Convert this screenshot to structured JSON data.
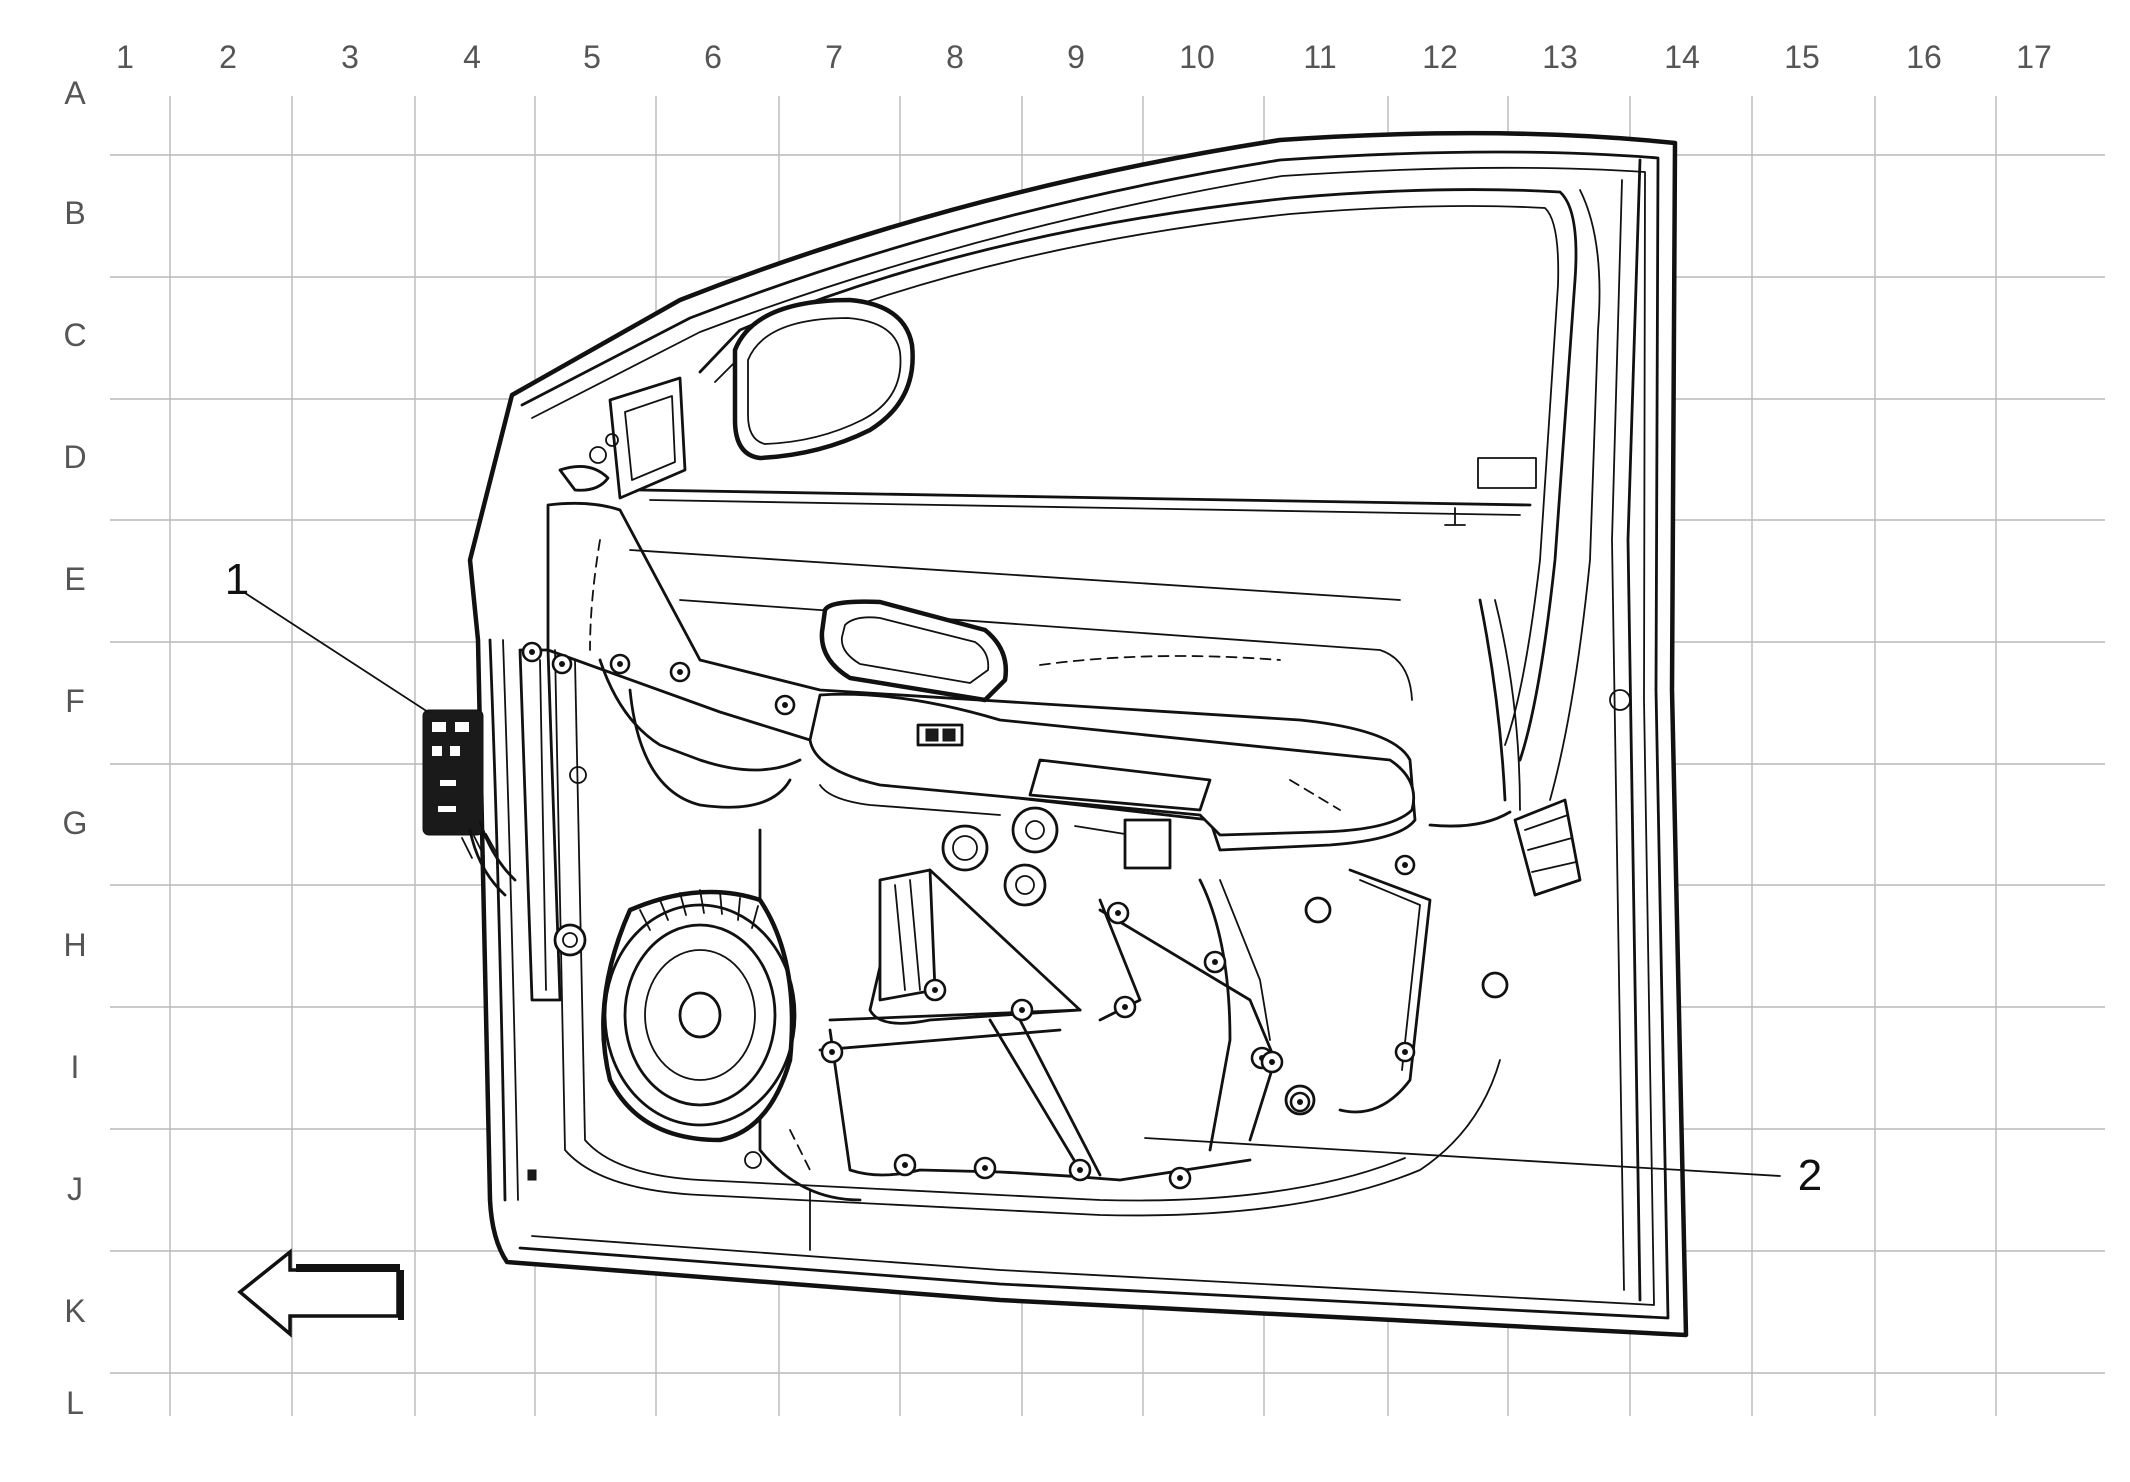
{
  "grid": {
    "columns": [
      "1",
      "2",
      "3",
      "4",
      "5",
      "6",
      "7",
      "8",
      "9",
      "10",
      "11",
      "12",
      "13",
      "14",
      "15",
      "16",
      "17"
    ],
    "rows": [
      "A",
      "B",
      "C",
      "D",
      "E",
      "F",
      "G",
      "H",
      "I",
      "J",
      "K",
      "L"
    ]
  },
  "callouts": [
    {
      "id": "1",
      "label": "1"
    },
    {
      "id": "2",
      "label": "2"
    }
  ],
  "colors": {
    "grid": "#b9b9b9",
    "ink": "#111111",
    "labels": "#555555"
  },
  "icons": {
    "direction": "left-arrow-icon"
  }
}
